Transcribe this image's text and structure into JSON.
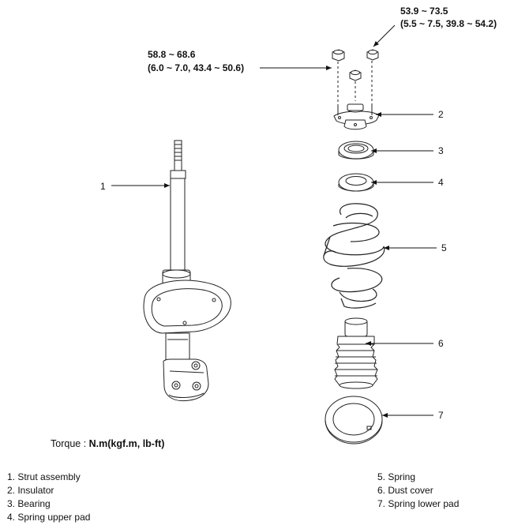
{
  "torque_top_right": {
    "line1": "53.9 ~ 73.5",
    "line2": "(5.5 ~ 7.5, 39.8 ~ 54.2)"
  },
  "torque_top_left": {
    "line1": "58.8 ~ 68.6",
    "line2": "(6.0 ~ 7.0, 43.4 ~ 50.6)"
  },
  "callouts": {
    "c1": "1",
    "c2": "2",
    "c3": "3",
    "c4": "4",
    "c5": "5",
    "c6": "6",
    "c7": "7"
  },
  "torque_unit": {
    "label": "Torque : ",
    "unit": "N.m(kgf.m, lb-ft)"
  },
  "legend": {
    "left": [
      "1. Strut assembly",
      "2. Insulator",
      "3. Bearing",
      "4. Spring upper pad"
    ],
    "right": [
      "5. Spring",
      "6. Dust cover",
      "7. Spring lower pad"
    ]
  }
}
